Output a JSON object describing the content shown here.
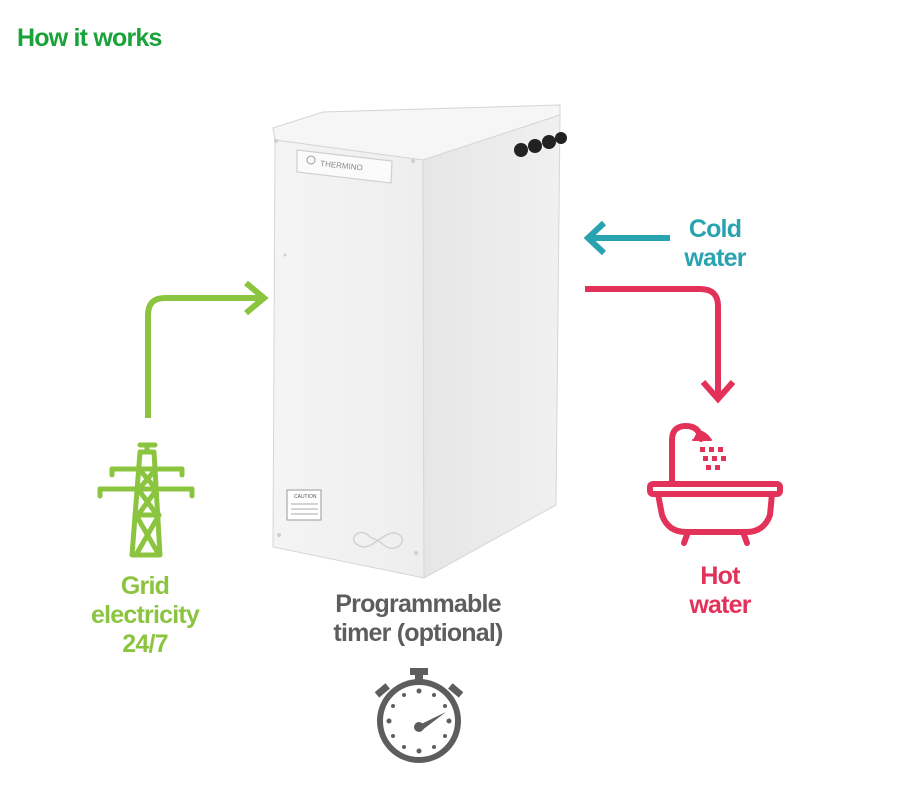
{
  "title": "How it works",
  "labels": {
    "cold_water": [
      "Cold",
      "water"
    ],
    "hot_water": [
      "Hot",
      "water"
    ],
    "grid": [
      "Grid",
      "electricity",
      "24/7"
    ],
    "timer": [
      "Programmable",
      "timer (optional)"
    ]
  },
  "unit": {
    "brand": "THERMINO",
    "caution_label": "CAUTION"
  },
  "icons": {
    "grid": "power-pylon-icon",
    "bath": "bathtub-shower-icon",
    "timer": "stopwatch-icon",
    "infinity": "infinity-icon"
  },
  "colors": {
    "title": "#1aa33a",
    "grid": "#8bc53f",
    "cold": "#2aa3b0",
    "hot": "#e3325a",
    "timer": "#5d5d5d"
  }
}
